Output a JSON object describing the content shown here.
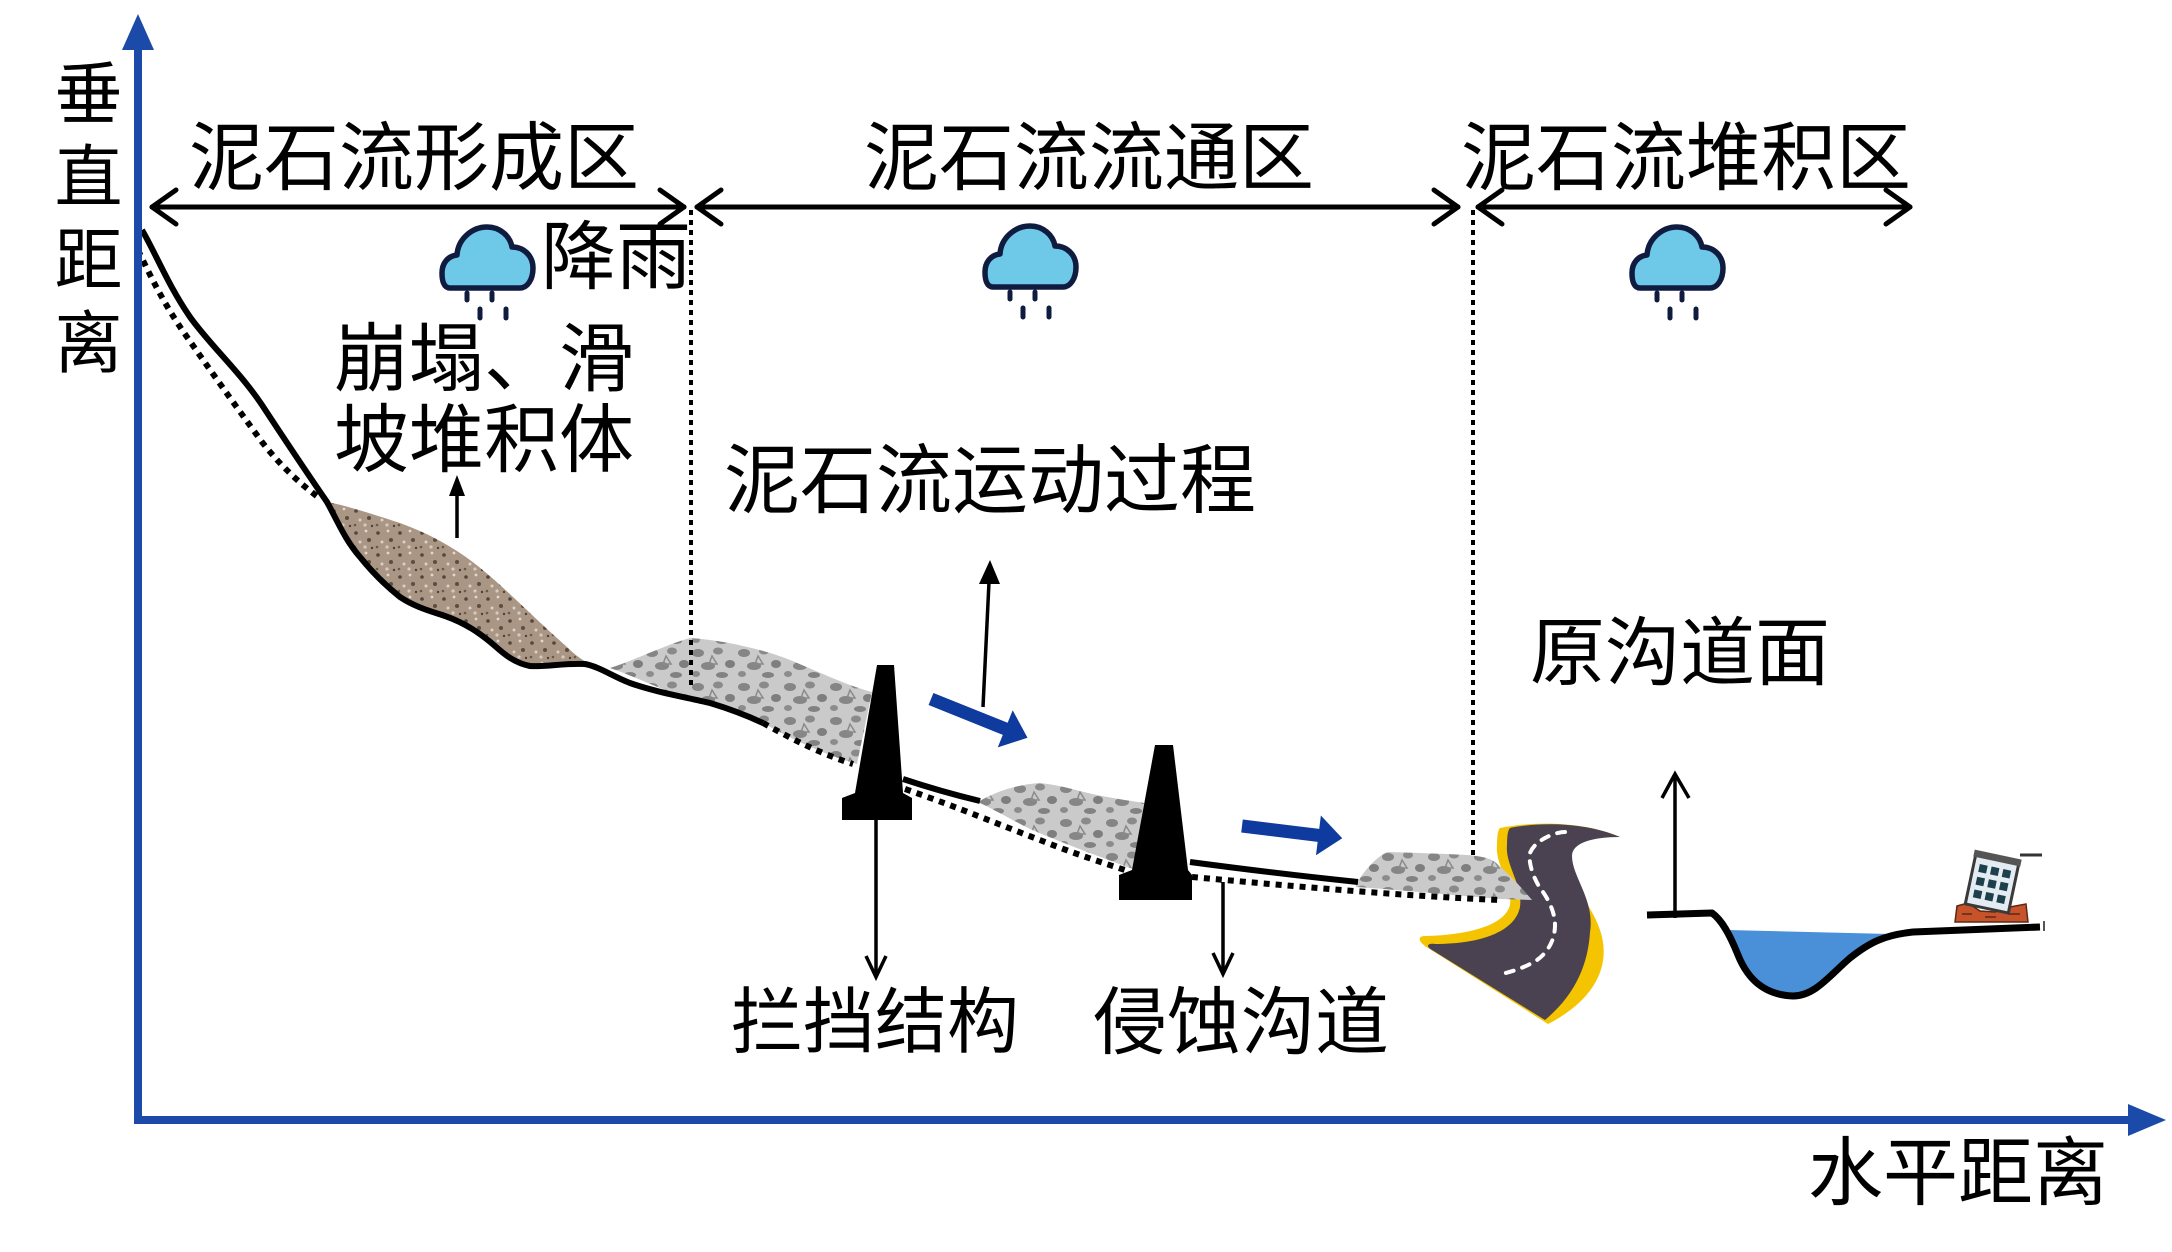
{
  "figure": {
    "y_axis_label": "垂直距离",
    "x_axis_label": "水平距离"
  },
  "zones": [
    {
      "id": "formation",
      "label": "泥石流形成区"
    },
    {
      "id": "transport",
      "label": "泥石流流通区"
    },
    {
      "id": "deposition",
      "label": "泥石流堆积区"
    }
  ],
  "annotations": {
    "rainfall": "降雨",
    "collapse_landslide_deposit": [
      "崩塌、滑",
      "坡堆积体"
    ],
    "debris_flow_motion": "泥石流运动过程",
    "original_channel_surface": "原沟道面",
    "check_dam": "拦挡结构",
    "eroded_channel": "侵蚀沟道"
  },
  "icons": {
    "rain_cloud": "rain-cloud-icon",
    "flow_direction": "flow-arrow-icon",
    "road": "winding-road-icon",
    "building": "tilted-building-icon",
    "check_dam": "check-dam-icon"
  },
  "colors": {
    "axis": "#1c4aa8",
    "cloud_fill": "#6ec9e8",
    "cloud_outline": "#0f1c40",
    "flow_arrow": "#0f3a9e",
    "water": "#4a90d9",
    "landslide_deposit": "#aa9684",
    "debris_deposit": "#cacaca",
    "road": "#4a4250",
    "road_edge": "#f5c400",
    "dam": "#000000"
  }
}
